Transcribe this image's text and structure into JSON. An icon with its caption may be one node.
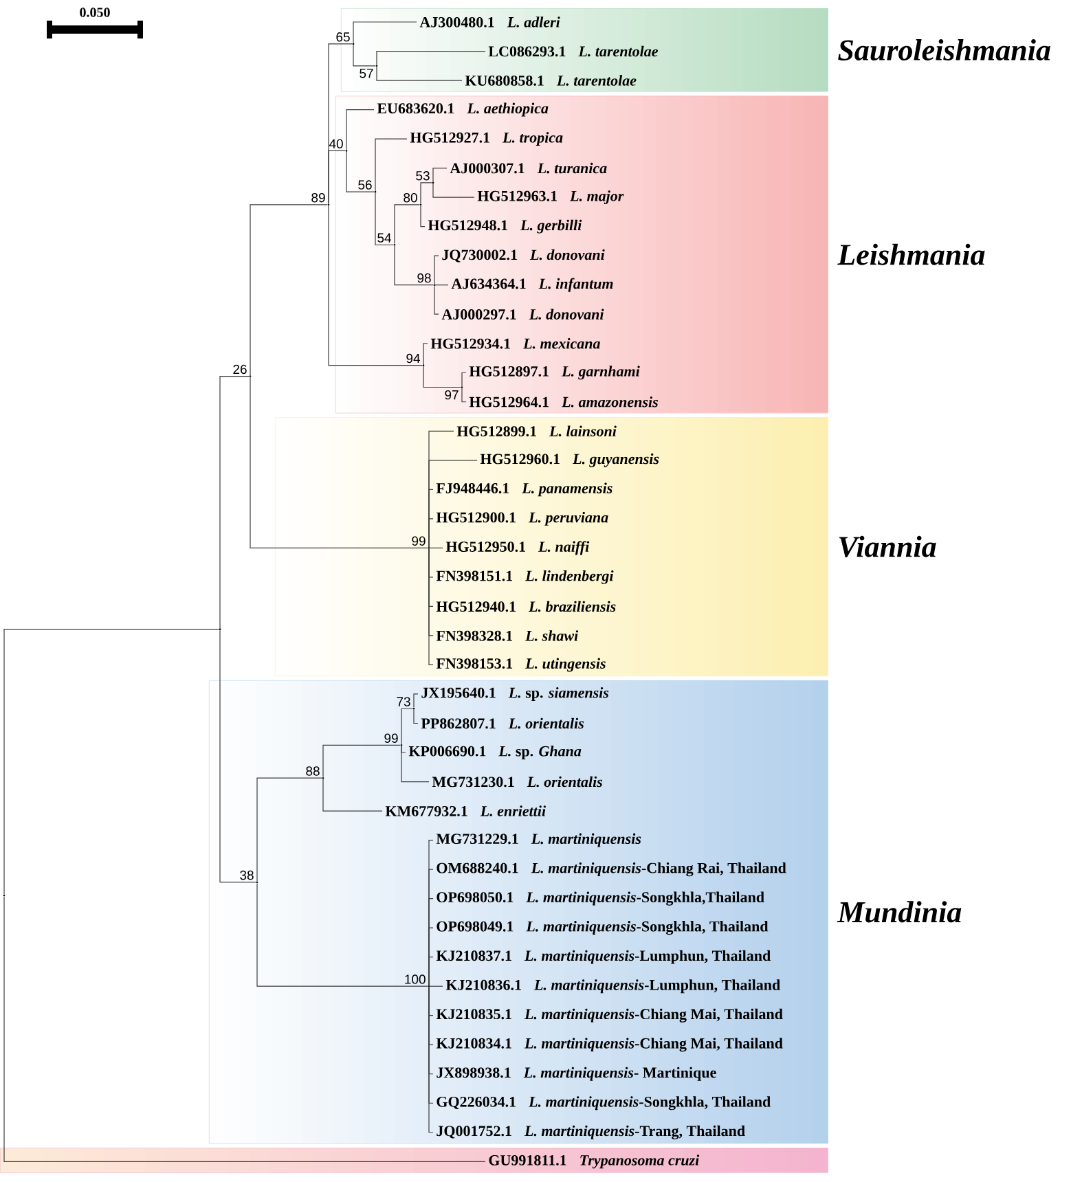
{
  "diagram": {
    "nodes": [
      {
        "text": [
          "Sauroleishmania"
        ]
      },
      {
        "text": [
          "AJ300480.1",
          "L. adleri"
        ],
        "in": 0
      },
      {
        "text": [
          "LC086293.1",
          "L. tarentolae"
        ],
        "in": 0
      },
      {
        "text": [
          "KU680858.1",
          "L. tarentolae"
        ],
        "in": 0
      },
      {
        "text": [
          "Leishmania"
        ]
      },
      {
        "text": [
          "EU683620.1",
          "L. aethiopica"
        ],
        "in": 4
      },
      {
        "text": [
          "HG512927.1",
          "L. tropica"
        ],
        "in": 4
      },
      {
        "text": [
          "AJ000307.1",
          "L. turanica"
        ],
        "in": 4
      },
      {
        "text": [
          "HG512963.1",
          "L. major"
        ],
        "in": 4
      },
      {
        "text": [
          "HG512948.1",
          "L. gerbilli"
        ],
        "in": 4
      },
      {
        "text": [
          "JQ730002.1",
          "L. donovani"
        ],
        "in": 4
      },
      {
        "text": [
          "AJ634364.1",
          "L. infantum"
        ],
        "in": 4
      },
      {
        "text": [
          "AJ000297.1",
          "L. donovani"
        ],
        "in": 4
      },
      {
        "text": [
          "HG512934.1",
          "L. mexicana"
        ],
        "in": 4
      },
      {
        "text": [
          "HG512897.1",
          "L. garnhami"
        ],
        "in": 4
      },
      {
        "text": [
          "HG512964.1",
          "L. amazonensis"
        ],
        "in": 4
      },
      {
        "text": [
          "Viannia"
        ]
      },
      {
        "text": [
          "HG512899.1",
          "L. lainsoni"
        ],
        "in": 16
      },
      {
        "text": [
          "HG512960.1",
          "L. guyanensis"
        ],
        "in": 16
      },
      {
        "text": [
          "FJ948446.1",
          "L. panamensis"
        ],
        "in": 16
      },
      {
        "text": [
          "HG512900.1",
          "L. peruviana"
        ],
        "in": 16
      },
      {
        "text": [
          "HG512950.1",
          "L. naiffi"
        ],
        "in": 16
      },
      {
        "text": [
          "FN398151.1",
          "L. lindenbergi"
        ],
        "in": 16
      },
      {
        "text": [
          "HG512940.1",
          "L. braziliensis"
        ],
        "in": 16
      },
      {
        "text": [
          "FN398328.1",
          "L. shawi"
        ],
        "in": 16
      },
      {
        "text": [
          "FN398153.1",
          "L. utingensis"
        ],
        "in": 16
      },
      {
        "text": [
          "Mundinia"
        ]
      },
      {
        "text": [
          "JX195640.1",
          "*L.* sp. *siamensis*"
        ],
        "in": 26
      },
      {
        "text": [
          "PP862807.1",
          "L. orientalis"
        ],
        "in": 26
      },
      {
        "text": [
          "KP006690.1",
          "*L.* sp. *Ghana*"
        ],
        "in": 26
      },
      {
        "text": [
          "MG731230.1",
          "L. orientalis"
        ],
        "in": 26
      },
      {
        "text": [
          "KM677932.1",
          "L. enriettii"
        ],
        "in": 26
      },
      {
        "text": [
          "MG731229.1",
          "L. martiniquensis"
        ],
        "in": 26
      },
      {
        "text": [
          "OM688240.1",
          "*L. martiniquensis*-Chiang Rai, Thailand"
        ],
        "in": 26
      },
      {
        "text": [
          "OP698050.1",
          "*L. martiniquensis*-Songkhla,Thailand"
        ],
        "in": 26
      },
      {
        "text": [
          "OP698049.1",
          "*L. martiniquensis*-Songkhla, Thailand"
        ],
        "in": 26
      },
      {
        "text": [
          "KJ210837.1",
          "*L. martiniquensis*-Lumphun, Thailand"
        ],
        "in": 26
      },
      {
        "text": [
          "KJ210836.1",
          "*L. martiniquensis*-Lumphun, Thailand"
        ],
        "in": 26
      },
      {
        "text": [
          "KJ210835.1",
          "*L. martiniquensis*-Chiang Mai, Thailand"
        ],
        "in": 26
      },
      {
        "text": [
          "KJ210834.1",
          "*L. martiniquensis*-Chiang Mai, Thailand"
        ],
        "in": 26
      },
      {
        "text": [
          "JX898938.1",
          "*L. martiniquensis*- Martinique"
        ],
        "in": 26
      },
      {
        "text": [
          "GQ226034.1",
          "*L. martiniquensis*-Songkhla, Thailand"
        ],
        "in": 26
      },
      {
        "text": [
          "JQ001752.1",
          "*L. martiniquensis*-Trang, Thailand"
        ],
        "in": 26
      },
      {
        "text": [],
        "shape": "band"
      },
      {
        "text": [
          "GU991811.1",
          "Trypanosoma cruzi"
        ],
        "in": 43
      },
      {
        "text": [],
        "shape": "point"
      },
      {
        "text": [],
        "shape": "point"
      },
      {
        "text": [],
        "shape": "point",
        "beside": [
          "26"
        ]
      },
      {
        "text": [],
        "shape": "point",
        "beside": [
          "89"
        ]
      },
      {
        "text": [],
        "shape": "point",
        "beside": [
          "65"
        ],
        "in": 0
      },
      {
        "text": [],
        "shape": "point",
        "beside": [
          "57"
        ],
        "in": 0
      },
      {
        "text": [],
        "shape": "point",
        "beside": [
          "40"
        ],
        "in": 4
      },
      {
        "text": [],
        "shape": "point",
        "beside": [
          "56"
        ],
        "in": 4
      },
      {
        "text": [],
        "shape": "point",
        "beside": [
          "54"
        ],
        "in": 4
      },
      {
        "text": [],
        "shape": "point",
        "beside": [
          "80"
        ],
        "in": 4
      },
      {
        "text": [],
        "shape": "point",
        "beside": [
          "53"
        ],
        "in": 4
      },
      {
        "text": [],
        "shape": "point",
        "beside": [
          "98"
        ],
        "in": 4
      },
      {
        "text": [],
        "shape": "point",
        "beside": [
          "94"
        ],
        "in": 4
      },
      {
        "text": [],
        "shape": "point",
        "beside": [
          "97"
        ],
        "in": 4
      },
      {
        "text": [],
        "shape": "point",
        "beside": [
          "99"
        ],
        "in": 16
      },
      {
        "text": [],
        "shape": "point",
        "beside": [
          "38"
        ],
        "in": 26
      },
      {
        "text": [],
        "shape": "point",
        "beside": [
          "88"
        ],
        "in": 26
      },
      {
        "text": [],
        "shape": "point",
        "beside": [
          "99"
        ],
        "in": 26
      },
      {
        "text": [],
        "shape": "point",
        "beside": [
          "73"
        ],
        "in": 26
      },
      {
        "text": [],
        "shape": "point",
        "beside": [
          "100"
        ],
        "in": 26
      }
    ],
    "edges": [
      {
        "from": 45,
        "to": 46,
        "arrow": "none"
      },
      {
        "from": 45,
        "to": 44,
        "arrow": "none"
      },
      {
        "from": 46,
        "to": 47,
        "arrow": "none"
      },
      {
        "from": 46,
        "to": 60,
        "arrow": "none"
      },
      {
        "from": 47,
        "to": 48,
        "arrow": "none"
      },
      {
        "from": 47,
        "to": 59,
        "arrow": "none"
      },
      {
        "from": 48,
        "to": 49,
        "arrow": "none"
      },
      {
        "from": 48,
        "to": 51,
        "arrow": "none"
      },
      {
        "from": 48,
        "to": 57,
        "arrow": "none"
      },
      {
        "from": 49,
        "to": 1,
        "arrow": "none"
      },
      {
        "from": 49,
        "to": 50,
        "arrow": "none"
      },
      {
        "from": 50,
        "to": 2,
        "arrow": "none"
      },
      {
        "from": 50,
        "to": 3,
        "arrow": "none"
      },
      {
        "from": 51,
        "to": 5,
        "arrow": "none"
      },
      {
        "from": 51,
        "to": 52,
        "arrow": "none"
      },
      {
        "from": 52,
        "to": 6,
        "arrow": "none"
      },
      {
        "from": 52,
        "to": 53,
        "arrow": "none"
      },
      {
        "from": 53,
        "to": 54,
        "arrow": "none"
      },
      {
        "from": 53,
        "to": 56,
        "arrow": "none"
      },
      {
        "from": 54,
        "to": 55,
        "arrow": "none"
      },
      {
        "from": 54,
        "to": 9,
        "arrow": "none"
      },
      {
        "from": 55,
        "to": 7,
        "arrow": "none"
      },
      {
        "from": 55,
        "to": 8,
        "arrow": "none"
      },
      {
        "from": 56,
        "to": 10,
        "arrow": "none"
      },
      {
        "from": 56,
        "to": 11,
        "arrow": "none"
      },
      {
        "from": 56,
        "to": 12,
        "arrow": "none"
      },
      {
        "from": 57,
        "to": 13,
        "arrow": "none"
      },
      {
        "from": 57,
        "to": 58,
        "arrow": "none"
      },
      {
        "from": 58,
        "to": 14,
        "arrow": "none"
      },
      {
        "from": 58,
        "to": 15,
        "arrow": "none"
      },
      {
        "from": 59,
        "to": 17,
        "arrow": "none"
      },
      {
        "from": 59,
        "to": 18,
        "arrow": "none"
      },
      {
        "from": 59,
        "to": 19,
        "arrow": "none"
      },
      {
        "from": 59,
        "to": 20,
        "arrow": "none"
      },
      {
        "from": 59,
        "to": 21,
        "arrow": "none"
      },
      {
        "from": 59,
        "to": 22,
        "arrow": "none"
      },
      {
        "from": 59,
        "to": 23,
        "arrow": "none"
      },
      {
        "from": 59,
        "to": 24,
        "arrow": "none"
      },
      {
        "from": 59,
        "to": 25,
        "arrow": "none"
      },
      {
        "from": 60,
        "to": 61,
        "arrow": "none"
      },
      {
        "from": 60,
        "to": 64,
        "arrow": "none"
      },
      {
        "from": 61,
        "to": 62,
        "arrow": "none"
      },
      {
        "from": 61,
        "to": 31,
        "arrow": "none"
      },
      {
        "from": 62,
        "to": 63,
        "arrow": "none"
      },
      {
        "from": 62,
        "to": 29,
        "arrow": "none"
      },
      {
        "from": 62,
        "to": 30,
        "arrow": "none"
      },
      {
        "from": 63,
        "to": 27,
        "arrow": "none"
      },
      {
        "from": 63,
        "to": 28,
        "arrow": "none"
      },
      {
        "from": 64,
        "to": 32,
        "arrow": "none"
      },
      {
        "from": 64,
        "to": 33,
        "arrow": "none"
      },
      {
        "from": 64,
        "to": 34,
        "arrow": "none"
      },
      {
        "from": 64,
        "to": 35,
        "arrow": "none"
      },
      {
        "from": 64,
        "to": 36,
        "arrow": "none"
      },
      {
        "from": 64,
        "to": 37,
        "arrow": "none"
      },
      {
        "from": 64,
        "to": 38,
        "arrow": "none"
      },
      {
        "from": 64,
        "to": 39,
        "arrow": "none"
      },
      {
        "from": 64,
        "to": 40,
        "arrow": "none"
      },
      {
        "from": 64,
        "to": 41,
        "arrow": "none"
      },
      {
        "from": 64,
        "to": 42,
        "arrow": "none"
      }
    ],
    "labels": [
      "0.050"
    ]
  }
}
